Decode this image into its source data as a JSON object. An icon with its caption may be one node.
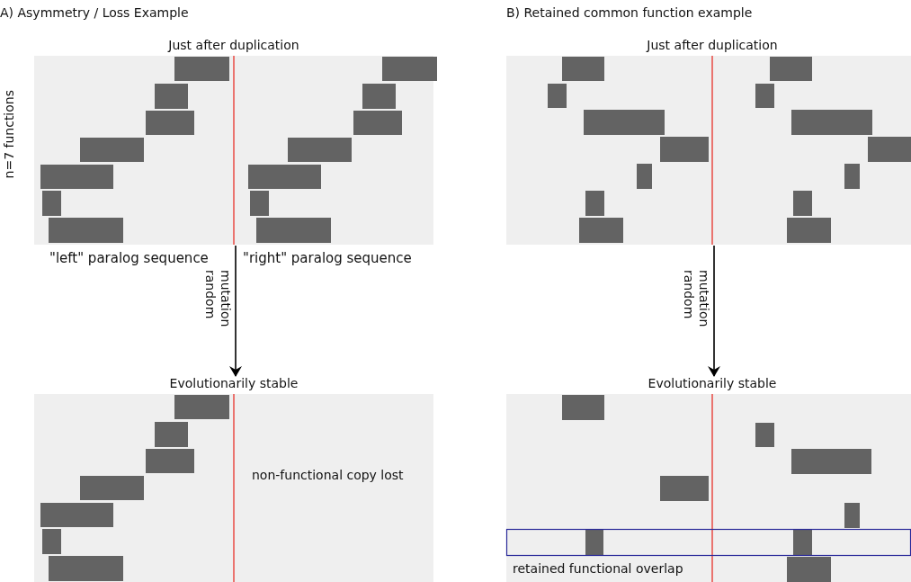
{
  "diagram": {
    "nodes": [
      {
        "text": [
          "Just after duplication"
        ],
        "beside": [
          "\"left\" paralog sequence",
          "\"right\" paralog sequence"
        ]
      },
      {
        "text": [
          "Evolutionarily stable",
          "non-functional copy lost"
        ]
      },
      {
        "text": [
          "Just after duplication"
        ]
      },
      {
        "text": [
          "Evolutionarily stable"
        ]
      },
      {
        "text": [
          "retained functional overlap"
        ],
        "in": 3
      }
    ],
    "edges": [
      {
        "from": 0,
        "to": 1,
        "arrow": "to",
        "label": "random mutation"
      },
      {
        "from": 2,
        "to": 3,
        "arrow": "to",
        "label": "random mutation"
      }
    ],
    "labels": [
      "A) Asymmetry / Loss Example",
      "B) Retained common function example",
      "n=7 functions"
    ]
  }
}
